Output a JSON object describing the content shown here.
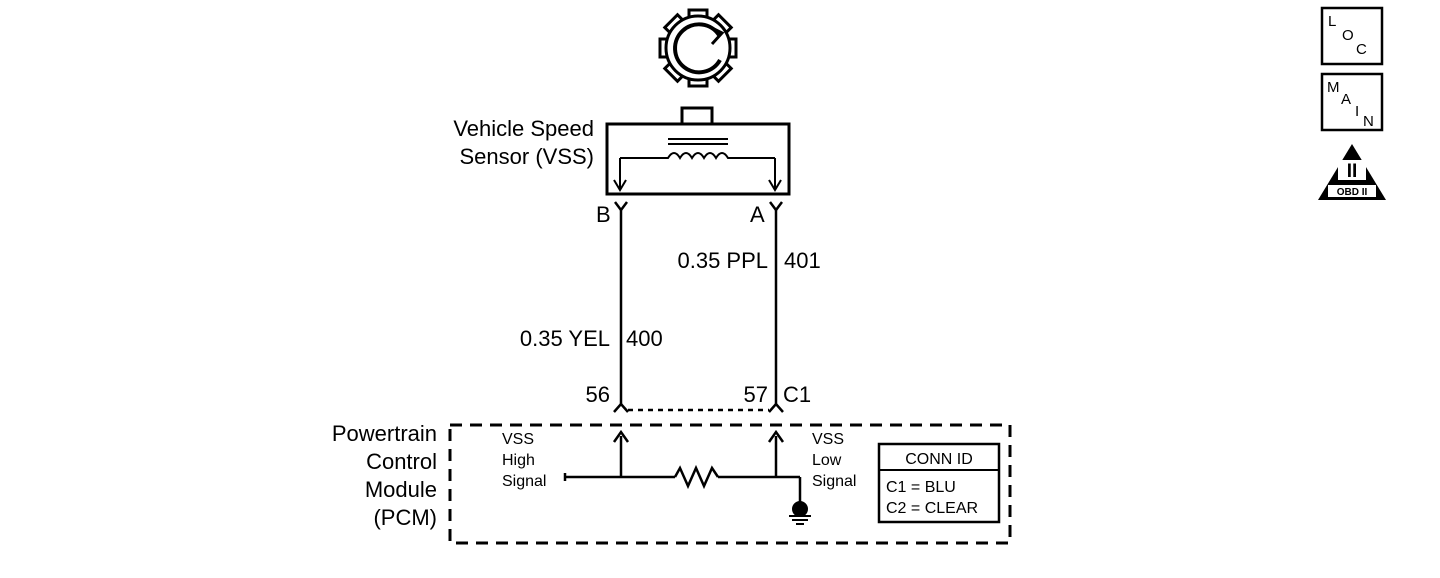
{
  "sensor": {
    "title_line1": "Vehicle Speed",
    "title_line2": "Sensor (VSS)",
    "pin_b": "B",
    "pin_a": "A"
  },
  "wires": {
    "left_gauge_color": "0.35 YEL",
    "left_circuit": "400",
    "right_gauge_color": "0.35 PPL",
    "right_circuit": "401"
  },
  "pcm_pins": {
    "left_pin": "56",
    "right_pin": "57",
    "connector": "C1"
  },
  "pcm": {
    "title_line1": "Powertrain",
    "title_line2": "Control",
    "title_line3": "Module",
    "title_line4": "(PCM)",
    "high_signal_line1": "VSS",
    "high_signal_line2": "High",
    "high_signal_line3": "Signal",
    "low_signal_line1": "VSS",
    "low_signal_line2": "Low",
    "low_signal_line3": "Signal"
  },
  "conn_id": {
    "header": "CONN ID",
    "row1": "C1  =  BLU",
    "row2": "C2  =  CLEAR"
  },
  "icons": {
    "loc": {
      "l1": "L",
      "l2": "O",
      "l3": "C"
    },
    "main": {
      "l1": "M",
      "l2": "A",
      "l3": "I",
      "l4": "N"
    },
    "obd": {
      "numeral": "II",
      "label": "OBD II"
    }
  }
}
